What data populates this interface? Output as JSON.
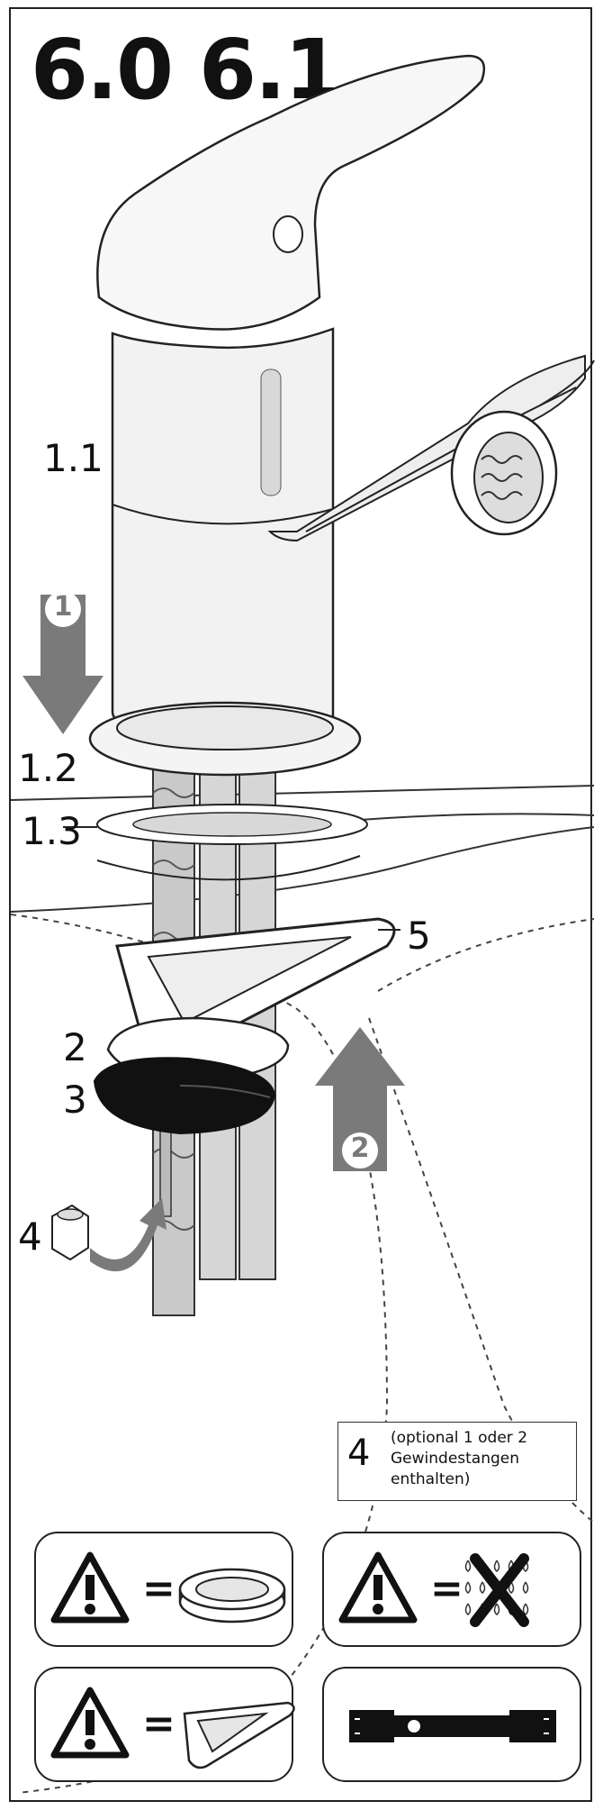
{
  "title": "6.0 6.1",
  "labels": {
    "part_1_1": "1.1",
    "part_1_2": "1.2",
    "part_1_3": "1.3",
    "part_2": "2",
    "part_3": "3",
    "part_4": "4",
    "part_5": "5"
  },
  "steps": {
    "step_1": "1",
    "step_2": "2"
  },
  "note": {
    "number": "4",
    "line1": "(optional 1 oder 2",
    "line2": "Gewindestangen",
    "line3": "enthalten)"
  },
  "legend": {
    "equals": "=",
    "items": [
      {
        "icon": "warning-icon",
        "meaning": "ring-seal-icon"
      },
      {
        "icon": "warning-icon",
        "meaning": "no-water-spray-icon"
      },
      {
        "icon": "warning-icon",
        "meaning": "horseshoe-plate-icon"
      },
      {
        "icon": "tube-wrench-icon"
      }
    ]
  },
  "colors": {
    "line": "#222222",
    "arrow": "#7a7a7a",
    "hose": "#9a9a9a"
  }
}
